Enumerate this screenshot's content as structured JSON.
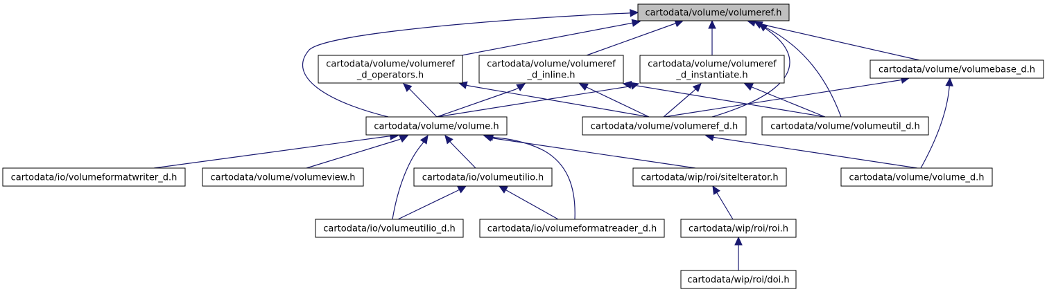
{
  "graph": {
    "nodes": [
      {
        "id": "volumeref",
        "lines": [
          "cartodata/volume/volumeref.h"
        ],
        "root": true
      },
      {
        "id": "volumeref_d_operators",
        "lines": [
          "cartodata/volume/volumeref",
          "_d_operators.h"
        ]
      },
      {
        "id": "volumeref_d_inline",
        "lines": [
          "cartodata/volume/volumeref",
          "_d_inline.h"
        ]
      },
      {
        "id": "volumeref_d_instantiate",
        "lines": [
          "cartodata/volume/volumeref",
          "_d_instantiate.h"
        ]
      },
      {
        "id": "volumebase_d",
        "lines": [
          "cartodata/volume/volumebase_d.h"
        ]
      },
      {
        "id": "volume",
        "lines": [
          "cartodata/volume/volume.h"
        ]
      },
      {
        "id": "volumeref_d",
        "lines": [
          "cartodata/volume/volumeref_d.h"
        ]
      },
      {
        "id": "volumeutil_d",
        "lines": [
          "cartodata/volume/volumeutil_d.h"
        ]
      },
      {
        "id": "volumeformatwriter_d",
        "lines": [
          "cartodata/io/volumeformatwriter_d.h"
        ]
      },
      {
        "id": "volumeview",
        "lines": [
          "cartodata/volume/volumeview.h"
        ]
      },
      {
        "id": "volumeutilio",
        "lines": [
          "cartodata/io/volumeutilio.h"
        ]
      },
      {
        "id": "siteIterator",
        "lines": [
          "cartodata/wip/roi/siteIterator.h"
        ]
      },
      {
        "id": "volume_d",
        "lines": [
          "cartodata/volume/volume_d.h"
        ]
      },
      {
        "id": "volumeutilio_d",
        "lines": [
          "cartodata/io/volumeutilio_d.h"
        ]
      },
      {
        "id": "volumeformatreader_d",
        "lines": [
          "cartodata/io/volumeformatreader_d.h"
        ]
      },
      {
        "id": "roi",
        "lines": [
          "cartodata/wip/roi/roi.h"
        ]
      },
      {
        "id": "doi",
        "lines": [
          "cartodata/wip/roi/doi.h"
        ]
      }
    ],
    "edges": [
      {
        "from": "volumeref_d_operators",
        "to": "volumeref"
      },
      {
        "from": "volumeref_d_inline",
        "to": "volumeref"
      },
      {
        "from": "volumeref_d_instantiate",
        "to": "volumeref"
      },
      {
        "from": "volumebase_d",
        "to": "volumeref"
      },
      {
        "from": "volume",
        "to": "volumeref"
      },
      {
        "from": "volumeref_d",
        "to": "volumeref"
      },
      {
        "from": "volumeutil_d",
        "to": "volumeref"
      },
      {
        "from": "volume",
        "to": "volumeref_d_operators"
      },
      {
        "from": "volumeref_d",
        "to": "volumeref_d_operators"
      },
      {
        "from": "volume",
        "to": "volumeref_d_inline"
      },
      {
        "from": "volumeref_d",
        "to": "volumeref_d_inline"
      },
      {
        "from": "volumeutil_d",
        "to": "volumeref_d_inline"
      },
      {
        "from": "volume",
        "to": "volumeref_d_instantiate"
      },
      {
        "from": "volumeref_d",
        "to": "volumeref_d_instantiate"
      },
      {
        "from": "volumeutil_d",
        "to": "volumeref_d_instantiate"
      },
      {
        "from": "volumeref_d",
        "to": "volumebase_d"
      },
      {
        "from": "volume_d",
        "to": "volumebase_d"
      },
      {
        "from": "volumeformatwriter_d",
        "to": "volume"
      },
      {
        "from": "volumeview",
        "to": "volume"
      },
      {
        "from": "volumeutilio",
        "to": "volume"
      },
      {
        "from": "volumeutilio_d",
        "to": "volume"
      },
      {
        "from": "volumeformatreader_d",
        "to": "volume"
      },
      {
        "from": "siteIterator",
        "to": "volume"
      },
      {
        "from": "volume_d",
        "to": "volumeref_d"
      },
      {
        "from": "volumeutilio_d",
        "to": "volumeutilio"
      },
      {
        "from": "volumeformatreader_d",
        "to": "volumeutilio"
      },
      {
        "from": "roi",
        "to": "siteIterator"
      },
      {
        "from": "doi",
        "to": "roi"
      }
    ]
  }
}
